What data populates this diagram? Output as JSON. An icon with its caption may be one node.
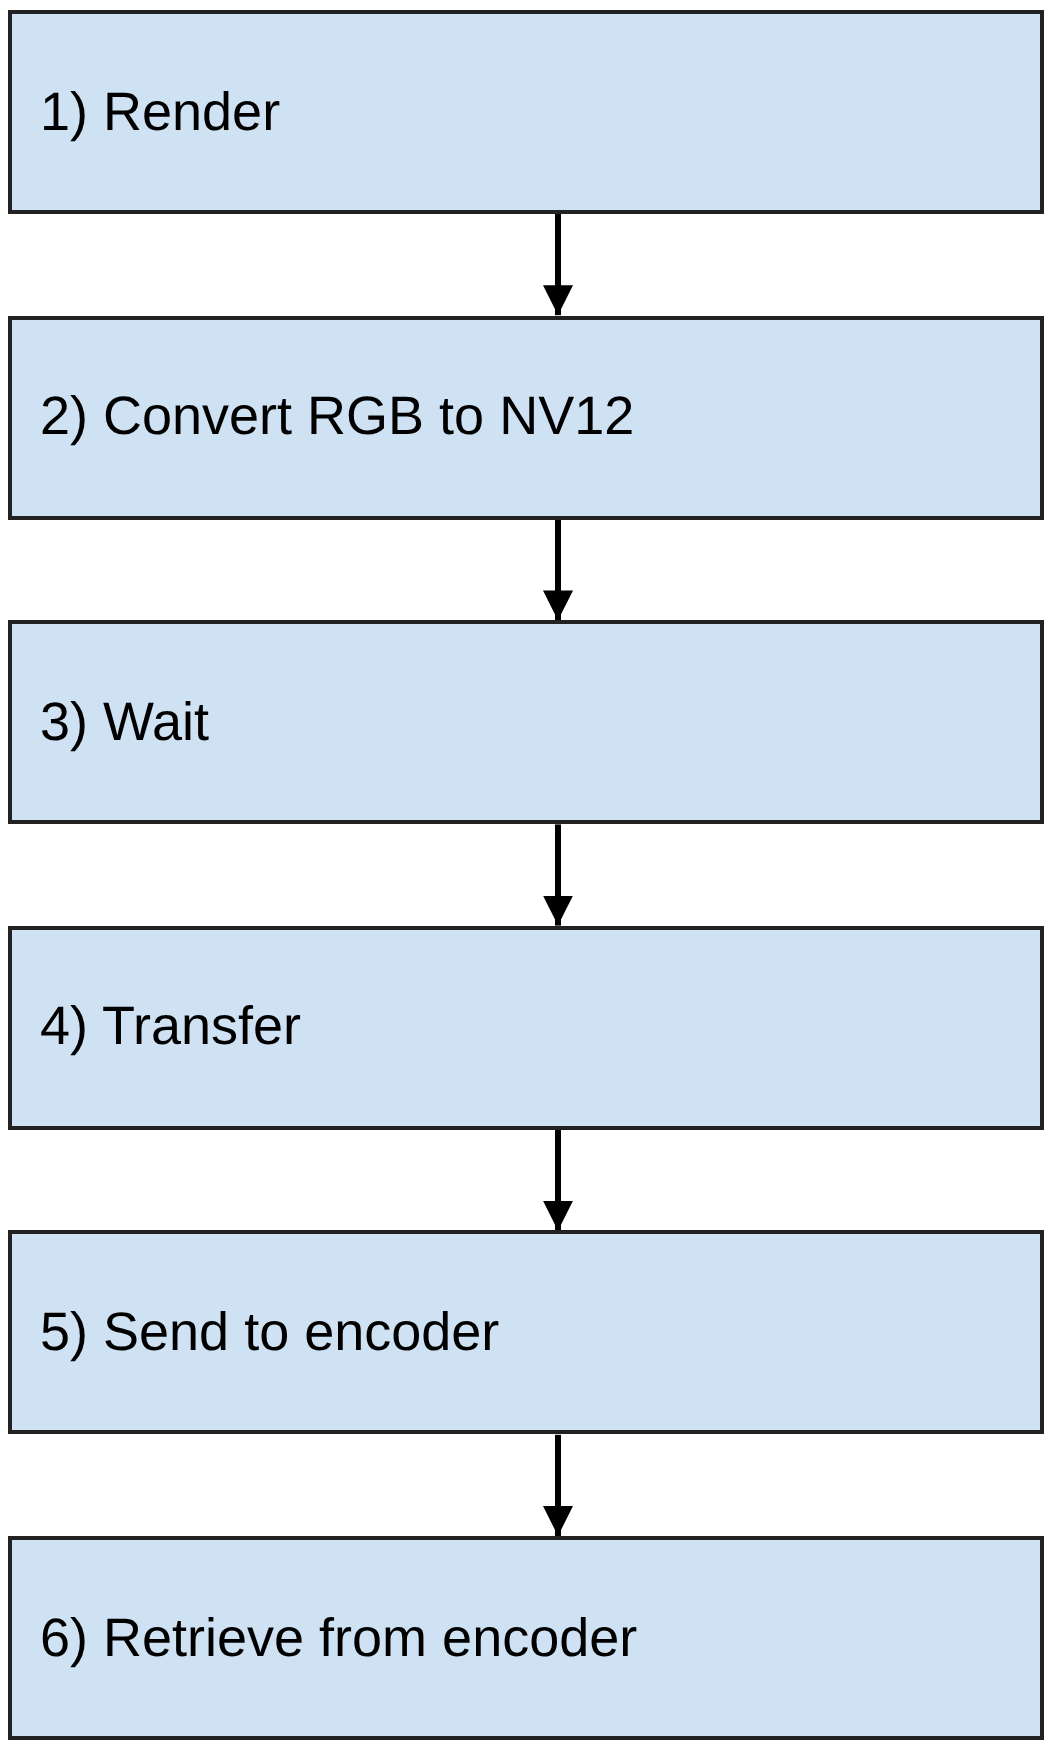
{
  "diagram": {
    "nodes": [
      {
        "text": [
          "1) Render"
        ]
      },
      {
        "text": [
          "2) Convert RGB to NV12"
        ]
      },
      {
        "text": [
          "3) Wait"
        ]
      },
      {
        "text": [
          "4) Transfer"
        ]
      },
      {
        "text": [
          "5) Send to encoder"
        ]
      },
      {
        "text": [
          "6) Retrieve from encoder"
        ]
      }
    ],
    "edges": [
      {
        "from": 0,
        "to": 1,
        "arrow": "to"
      },
      {
        "from": 1,
        "to": 2,
        "arrow": "to"
      },
      {
        "from": 2,
        "to": 3,
        "arrow": "to"
      },
      {
        "from": 3,
        "to": 4,
        "arrow": "to"
      },
      {
        "from": 4,
        "to": 5,
        "arrow": "to"
      }
    ]
  }
}
